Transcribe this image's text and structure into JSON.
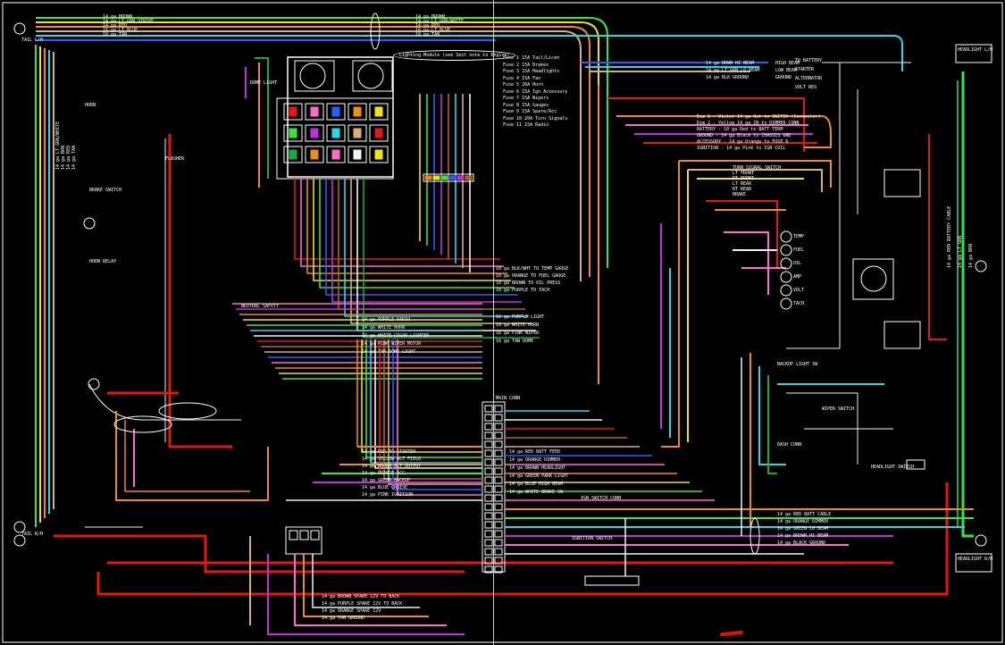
{
  "wires": {
    "colors": {
      "red": "#e01818",
      "dk_green": "#1fa83a",
      "lt_green": "#39e34a",
      "yellow": "#f0e020",
      "orange": "#f08a18",
      "dk_blue": "#2a5cff",
      "lt_blue": "#2bd6e8",
      "purple": "#c030e0",
      "pink": "#ff6ad0",
      "brown": "#b5651d",
      "white": "#f2f2f2",
      "tan": "#d6b07a",
      "black_fill": "#000000",
      "gray": "#9a9a9a"
    }
  },
  "fuse_panel": {
    "callout": "Lighting Module (see Sect note to Engine)",
    "fuses": [
      "Fuse 1  15A  Tail/Licen",
      "Fuse 2  15A  Brakes",
      "Fuse 3  15A  Headlights",
      "Fuse 4  15A  Fan",
      "Fuse 5  20A  Horn",
      "Fuse 6  15A  Ign Accessory",
      "Fuse 7  15A  Wipers",
      "Fuse 8  15A  Gauges",
      "Fuse 9  15A  Spare/Acc",
      "Fuse 10  20A  Turn Signals",
      "Fuse 11  15A  Radio"
    ]
  },
  "connectors": {
    "center_block_title": "MAIN CONN",
    "lower_block_title": "IGN SWITCH CONN",
    "right_block_title": "DASH CONN"
  },
  "labels": {
    "top_left": [
      "14 ga  BROWN",
      "14 ga  LT GRN STRIPE",
      "14 ga  RED",
      "16 ga  LT BLUE",
      "18 ga  TAN"
    ],
    "top_center": [
      "14 ga  BROWN",
      "14 ga  LT GRN/WHITE",
      "14 ga  RED",
      "16 ga  LT BLUE",
      "18 ga  TAN"
    ],
    "headlight_right": [
      "14 ga  BRWN  HI BEAM",
      "14 ga  LT GRN  LO BEAM",
      "14 ga  BLK  GROUND"
    ],
    "switch_right": [
      "HIGH BEAM",
      "LOW BEAM",
      "GROUND"
    ],
    "dimmer_notes": [
      "Dim 1 - Violet 14 ga  Out to SWITCH  (Connector)",
      "Dim 2 - Yellow 14 ga  IN to DIMMER CONN",
      "BATTERY - 10 ga Red  to BATT TERM",
      "GROUND - 14 ga Black  to CHASSIS GND",
      "ACCESSORY - 14 ga Orange  to FUSE 6",
      "IGNITION - 14 ga Pink  to IGN COIL"
    ],
    "turn_signal": [
      "TURN SIGNAL SWITCH",
      "LT FRONT",
      "RT FRONT",
      "LT REAR",
      "RT REAR",
      "BRAKE"
    ],
    "mid_upper": [
      "18 ga  BLK/WHT   TO TEMP GAUGE",
      "18 ga  ORANGE   TO FUEL GAUGE",
      "18 ga  BROWN   TO OIL PRESS",
      "18 ga  PURPLE   TO TACH"
    ],
    "mid_center": [
      "14 ga  PURPLE   RADIO",
      "14 ga  WHITE   HORN",
      "14 ga  WHITE   CIGAR LIGHTER",
      "14 ga  PINK   WIPER MOTOR",
      "14 ga  TAN   DOME LIGHT"
    ],
    "mid_right": [
      "16 ga  PURPLE   LIGHT",
      "16 ga  WHITE   HORN",
      "16 ga  PINK   WIPER",
      "16 ga  TAN   DOME"
    ],
    "lower_left": [
      "14 ga  RED  TO STARTER",
      "14 ga  YELLOW  ALT FIELD",
      "14 ga  BROWN  ALT OUTPUT",
      "14 ga  ORANGE  ACC",
      "14 ga  GREEN  BACKUP",
      "14 ga  BLUE  CRUISE",
      "14 ga  PINK  IGNITION"
    ],
    "lower_center": [
      "14 ga  RED  BATT FEED",
      "14 ga  ORANGE  DIMMER",
      "14 ga  BROWN  HEADLIGHT",
      "14 ga  GREEN  PARK LIGHT",
      "14 ga  BLUE  HIGH BEAM",
      "14 ga  WHITE  BRAKE SW"
    ],
    "lower_right": [
      "14 ga  RED  BATT CABLE",
      "14 ga  ORANGE  DIMMER",
      "14 ga  GREEN  LO BEAM",
      "14 ga  BROWN  HI BEAM",
      "14 ga  BLACK  GROUND"
    ],
    "bottom": [
      "14 ga  BROWN   SPARE 12V TO BACK",
      "14 ga  PURPLE  SPARE 12V TO BACK",
      "14 ga  ORANGE  SPARE 12V",
      "14 ga  TAN  GROUND"
    ],
    "right_column": [
      "TO BATTERY",
      "STARTER",
      "ALTERNATOR",
      "VOLT REG"
    ],
    "gauge_labels": [
      "TEMP",
      "FUEL",
      "OIL",
      "AMP",
      "VOLT",
      "TACH"
    ],
    "left_vertical": [
      "14 ga LT GRN/WHITE",
      "14 ga BRN",
      "14 ga RED",
      "14 ga TAN"
    ],
    "right_vertical": [
      "14 ga RED BATTERY CABLE",
      "14 ga LT GRN",
      "14 ga BRN"
    ],
    "misc": [
      "BRAKE SWITCH",
      "HORN RELAY",
      "FLASHER",
      "NEUTRAL SAFETY",
      "BACKUP LIGHT SW",
      "WIPER SWITCH",
      "HEADLIGHT SWITCH",
      "IGNITION SWITCH",
      "DOME LIGHT",
      "HORN"
    ],
    "corner_boxes": [
      "HEADLIGHT L/H",
      "HEADLIGHT R/H",
      "TAIL L/H",
      "TAIL R/H"
    ]
  }
}
